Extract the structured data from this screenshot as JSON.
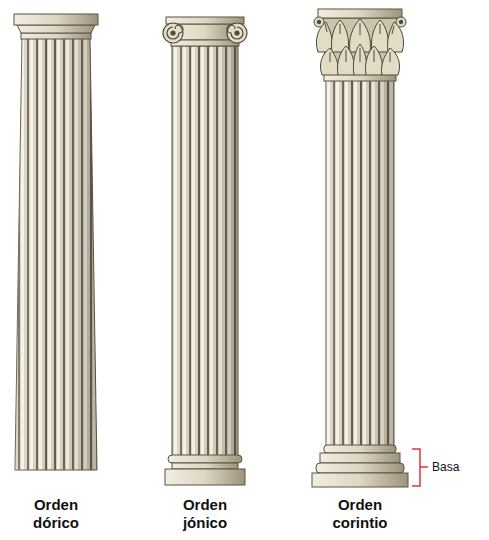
{
  "diagram": {
    "labels": [
      "Orden dórico",
      "Orden jónico",
      "Orden corintio",
      "Basa"
    ]
  }
}
